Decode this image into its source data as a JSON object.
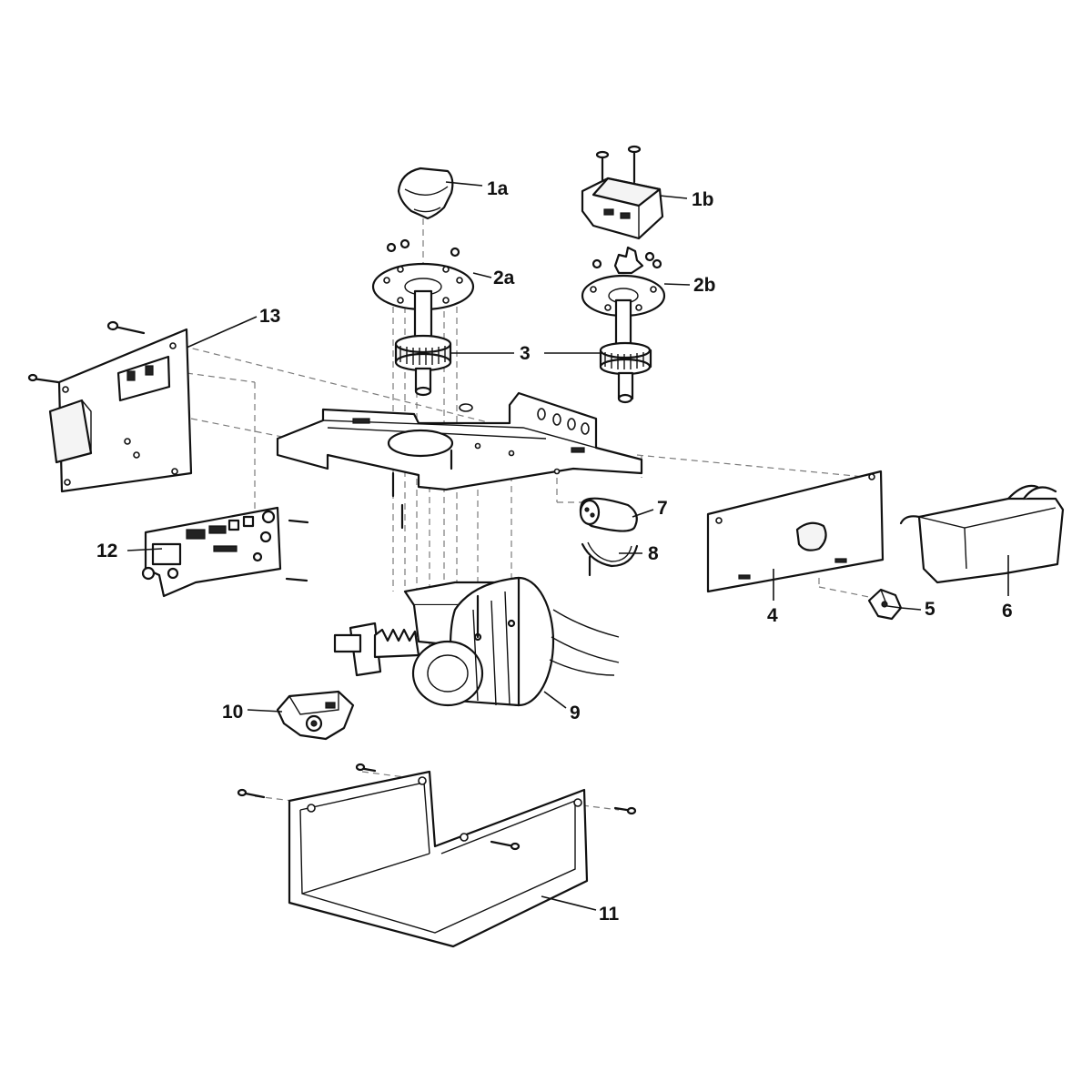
{
  "callouts": {
    "c1a": "1a",
    "c1b": "1b",
    "c2a": "2a",
    "c2b": "2b",
    "c3": "3",
    "c4": "4",
    "c5": "5",
    "c6": "6",
    "c7": "7",
    "c8": "8",
    "c9": "9",
    "c10": "10",
    "c11": "11",
    "c12": "12",
    "c13": "13"
  }
}
